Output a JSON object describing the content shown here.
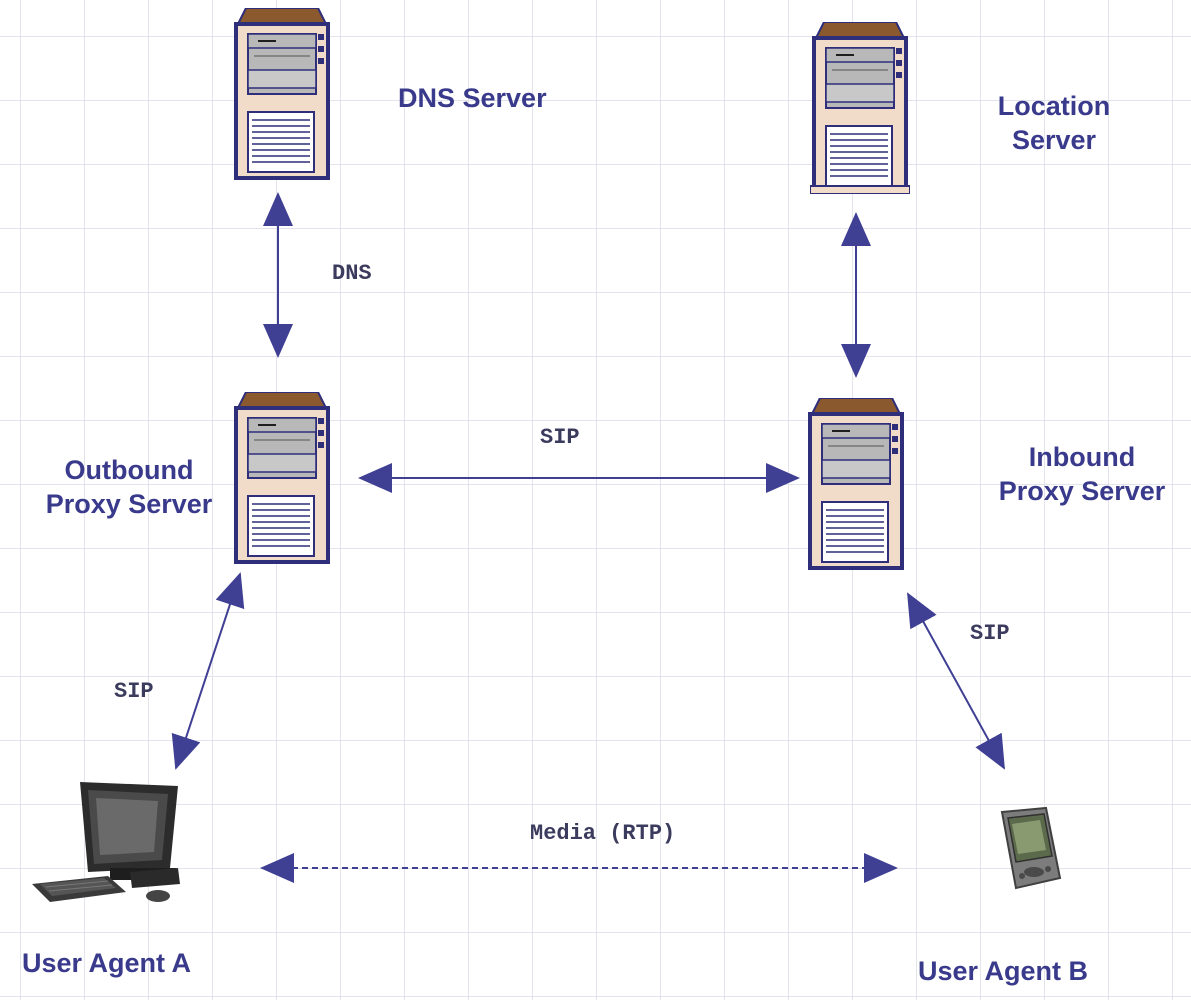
{
  "nodes": {
    "dns_server": "DNS Server",
    "location_server_line1": "Location",
    "location_server_line2": "Server",
    "outbound_proxy_line1": "Outbound",
    "outbound_proxy_line2": "Proxy Server",
    "inbound_proxy_line1": "Inbound",
    "inbound_proxy_line2": "Proxy Server",
    "user_agent_a": "User Agent A",
    "user_agent_b": "User Agent B"
  },
  "connections": {
    "dns_link": "DNS",
    "proxy_sip": "SIP",
    "ua_a_sip": "SIP",
    "ua_b_sip": "SIP",
    "media": "Media (RTP)"
  },
  "colors": {
    "label": "#3a3a8c",
    "arrow": "#3f3f94",
    "server_body": "#f0dcc8",
    "server_outline": "#2e2e7a",
    "server_top": "#8a5a2e"
  }
}
